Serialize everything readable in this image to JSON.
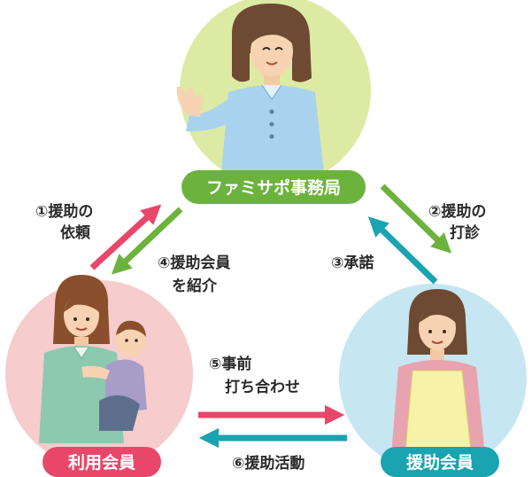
{
  "nodes": {
    "office": {
      "label": "ファミサポ事務局",
      "color": "#6cb33e",
      "circle_color": "#dceaa4"
    },
    "user": {
      "label": "利用会員",
      "color": "#e8476a",
      "circle_color": "#f6cccd"
    },
    "helper": {
      "label": "援助会員",
      "color": "#1aa3b0",
      "circle_color": "#c6e6f1"
    }
  },
  "steps": {
    "s1": {
      "line1": "①援助の",
      "line2": "依頼",
      "color": "#e8476a"
    },
    "s2": {
      "line1": "②援助の",
      "line2": "打診",
      "color": "#6cb33e"
    },
    "s3": {
      "line1": "③承諾",
      "color": "#1aa3b0"
    },
    "s4": {
      "line1": "④援助会員",
      "line2": "を紹介",
      "color": "#6cb33e"
    },
    "s5": {
      "line1": "⑤事前",
      "line2": "打ち合わせ",
      "color": "#e8476a"
    },
    "s6": {
      "line1": "⑥援助活動",
      "color": "#1aa3b0"
    }
  }
}
